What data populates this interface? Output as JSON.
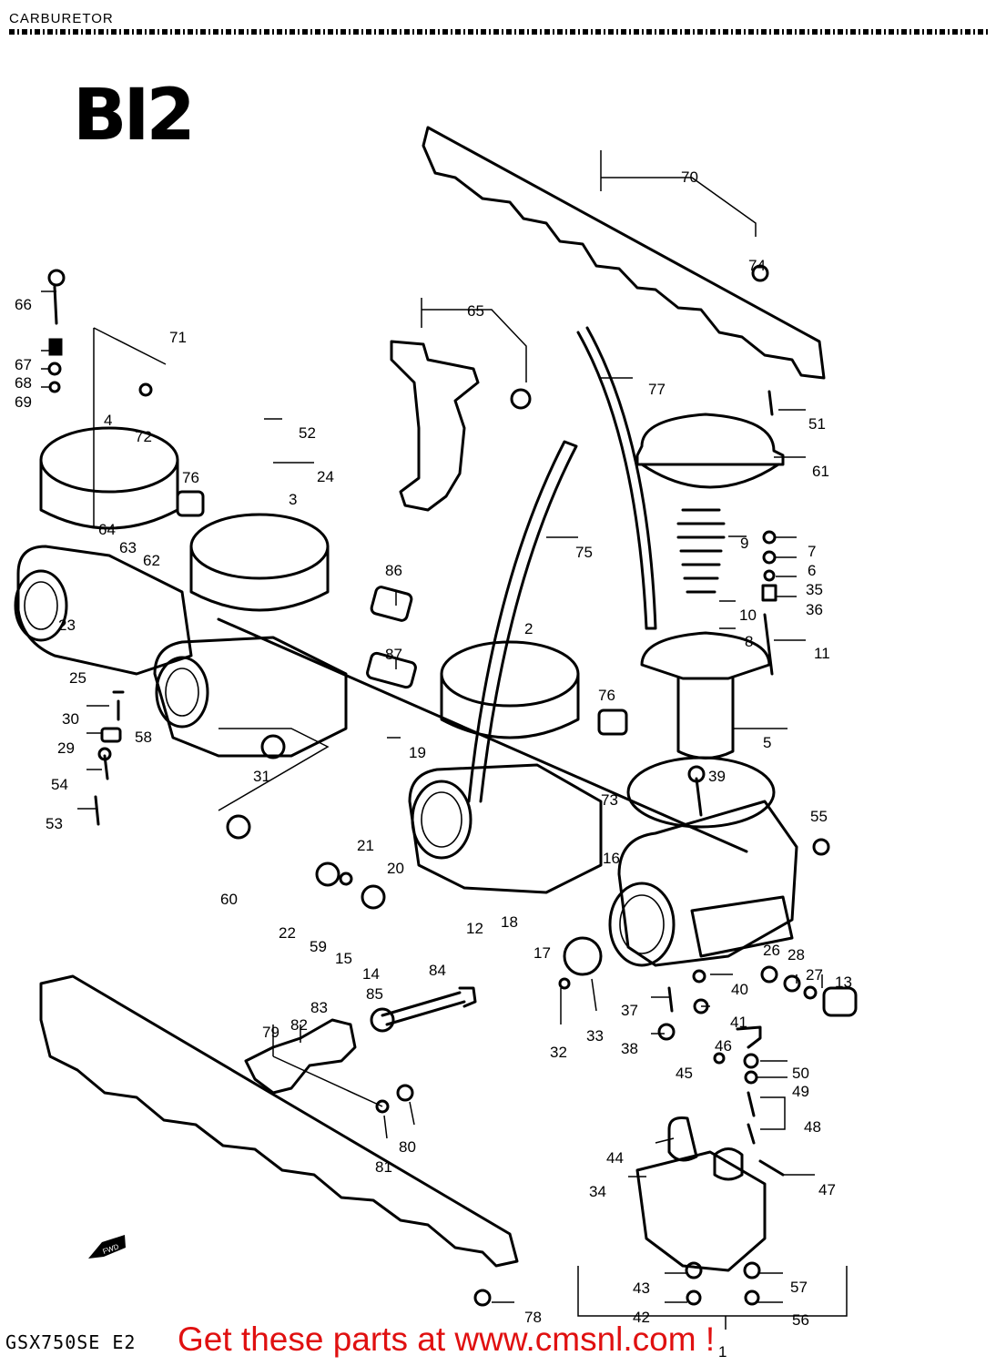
{
  "header": {
    "title": "CARBURETOR"
  },
  "diagram_code": "BI2",
  "model_code": "GSX750SE E2",
  "footer_link": "Get these parts at www.cmsnl.com !",
  "fwd_label": "FWD",
  "colors": {
    "link": "#e01010",
    "ink": "#000000"
  },
  "callouts": [
    "70",
    "74",
    "65",
    "77",
    "51",
    "61",
    "71",
    "72",
    "66",
    "67",
    "68",
    "69",
    "4",
    "76",
    "52",
    "24",
    "3",
    "64",
    "63",
    "62",
    "23",
    "25",
    "30",
    "29",
    "54",
    "53",
    "58",
    "31",
    "60",
    "22",
    "59",
    "15",
    "14",
    "86",
    "87",
    "75",
    "9",
    "7",
    "6",
    "35",
    "36",
    "10",
    "8",
    "11",
    "2",
    "76",
    "5",
    "39",
    "55",
    "19",
    "21",
    "20",
    "12",
    "18",
    "73",
    "16",
    "17",
    "26",
    "28",
    "27",
    "13",
    "40",
    "37",
    "41",
    "38",
    "46",
    "45",
    "50",
    "49",
    "48",
    "44",
    "47",
    "34",
    "43",
    "57",
    "42",
    "56",
    "1",
    "78",
    "84",
    "85",
    "83",
    "82",
    "79",
    "80",
    "81",
    "33",
    "32"
  ]
}
